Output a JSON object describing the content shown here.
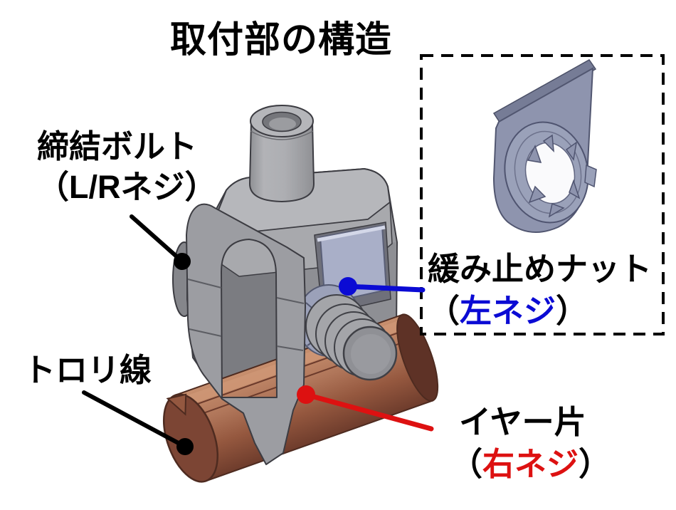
{
  "title": "取付部の構造",
  "colors": {
    "label_black": "#000000",
    "left_thread_blue": "#0b0bd4",
    "right_thread_red": "#dd1111",
    "leader_black": "#000000",
    "copper_wire": "#a5674e",
    "clamp_gray": "#9c9da2",
    "locking_nut_blue_gray": "#8e94ae"
  },
  "labels": {
    "bolt": {
      "name": "締結ボルト",
      "thread": "（L/Rネジ）"
    },
    "trolley": {
      "name": "トロリ線"
    },
    "nut": {
      "name": "緩み止めナット",
      "paren_open": "（",
      "thread": "左ネジ",
      "paren_close": "）"
    },
    "ear": {
      "name": "イヤー片",
      "paren_open": "（",
      "thread": "右ネジ",
      "paren_close": "）"
    }
  }
}
